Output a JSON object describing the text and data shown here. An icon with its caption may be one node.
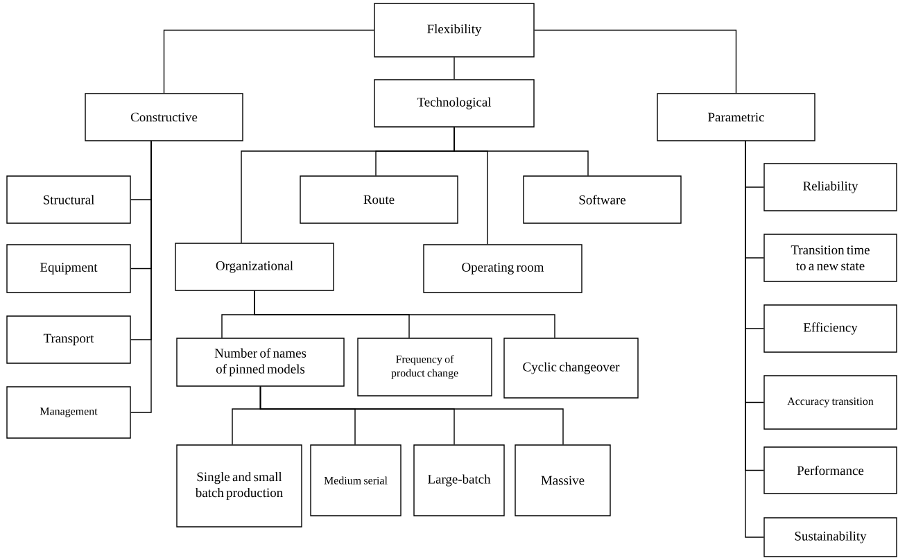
{
  "diagram": {
    "nodes": [
      {
        "text": [
          "Flexibility"
        ]
      },
      {
        "text": [
          "Constructive"
        ]
      },
      {
        "text": [
          "Technological"
        ]
      },
      {
        "text": [
          "Parametric"
        ]
      },
      {
        "text": [
          "Structural"
        ]
      },
      {
        "text": [
          "Equipment"
        ]
      },
      {
        "text": [
          "Transport"
        ]
      },
      {
        "text": [
          "Management"
        ]
      },
      {
        "text": [
          "Route"
        ]
      },
      {
        "text": [
          "Software"
        ]
      },
      {
        "text": [
          "Organizational"
        ]
      },
      {
        "text": [
          "Operating room"
        ]
      },
      {
        "text": [
          "Number of names of pinned models"
        ]
      },
      {
        "text": [
          "Frequency of product change"
        ]
      },
      {
        "text": [
          "Cyclic changeover"
        ]
      },
      {
        "text": [
          "Single and small batch production"
        ]
      },
      {
        "text": [
          "Medium serial"
        ]
      },
      {
        "text": [
          "Large-batch"
        ]
      },
      {
        "text": [
          "Massive"
        ]
      },
      {
        "text": [
          "Reliability"
        ]
      },
      {
        "text": [
          "Transition time to a new state"
        ]
      },
      {
        "text": [
          "Efficiency"
        ]
      },
      {
        "text": [
          "Accuracy transition"
        ]
      },
      {
        "text": [
          "Performance"
        ]
      },
      {
        "text": [
          "Sustainability"
        ]
      }
    ],
    "edges": [
      {
        "from": 0,
        "to": 1,
        "arrow": "none"
      },
      {
        "from": 0,
        "to": 2,
        "arrow": "none"
      },
      {
        "from": 0,
        "to": 3,
        "arrow": "none"
      },
      {
        "from": 1,
        "to": 4,
        "arrow": "none"
      },
      {
        "from": 1,
        "to": 5,
        "arrow": "none"
      },
      {
        "from": 1,
        "to": 6,
        "arrow": "none"
      },
      {
        "from": 1,
        "to": 7,
        "arrow": "none"
      },
      {
        "from": 2,
        "to": 10,
        "arrow": "none"
      },
      {
        "from": 2,
        "to": 8,
        "arrow": "none"
      },
      {
        "from": 2,
        "to": 11,
        "arrow": "none"
      },
      {
        "from": 2,
        "to": 9,
        "arrow": "none"
      },
      {
        "from": 3,
        "to": 19,
        "arrow": "none"
      },
      {
        "from": 3,
        "to": 20,
        "arrow": "none"
      },
      {
        "from": 3,
        "to": 21,
        "arrow": "none"
      },
      {
        "from": 3,
        "to": 22,
        "arrow": "none"
      },
      {
        "from": 3,
        "to": 23,
        "arrow": "none"
      },
      {
        "from": 3,
        "to": 24,
        "arrow": "none"
      },
      {
        "from": 10,
        "to": 12,
        "arrow": "none"
      },
      {
        "from": 10,
        "to": 13,
        "arrow": "none"
      },
      {
        "from": 10,
        "to": 14,
        "arrow": "none"
      },
      {
        "from": 12,
        "to": 15,
        "arrow": "none"
      },
      {
        "from": 12,
        "to": 16,
        "arrow": "none"
      },
      {
        "from": 12,
        "to": 17,
        "arrow": "none"
      },
      {
        "from": 12,
        "to": 18,
        "arrow": "none"
      }
    ]
  }
}
